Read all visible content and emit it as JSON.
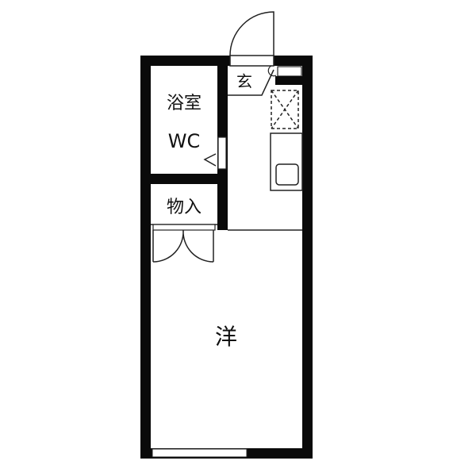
{
  "rooms": {
    "bath": "浴室",
    "wc": "WC",
    "storage": "物入",
    "entrance": "玄",
    "western_room": "洋"
  },
  "colors": {
    "wall": "#0a0a0a",
    "line": "#222222",
    "background": "#ffffff"
  }
}
